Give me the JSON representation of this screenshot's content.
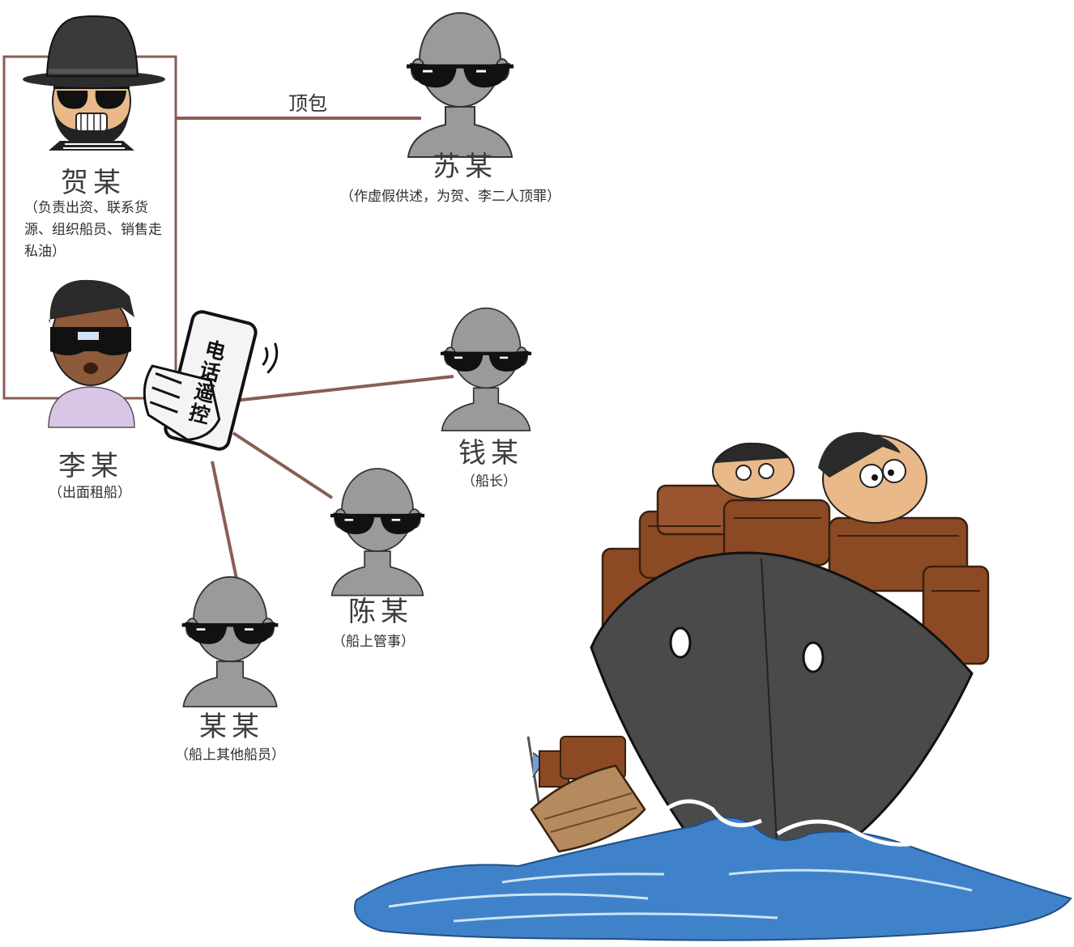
{
  "edge_label": "顶包",
  "phone_label": "电话遥控",
  "people": {
    "he": {
      "name": "贺某",
      "role": "（负责出资、联系货源、组织船员、销售走私油）"
    },
    "su": {
      "name": "苏某",
      "role": "（作虚假供述，为贺、李二人顶罪）"
    },
    "li": {
      "name": "李某",
      "role": "（出面租船）"
    },
    "qian": {
      "name": "钱某",
      "role": "（船长）"
    },
    "chen": {
      "name": "陈某",
      "role": "（船上管事）"
    },
    "mou": {
      "name": "某某",
      "role": "（船上其他船员）"
    }
  },
  "colors": {
    "connector": "#8a5d55",
    "head_gray": "#9a9a9a",
    "hull": "#4a4a4a",
    "barrel": "#8b4a24",
    "sea": "#3f82c9",
    "shirt": "#d9c5e6"
  }
}
